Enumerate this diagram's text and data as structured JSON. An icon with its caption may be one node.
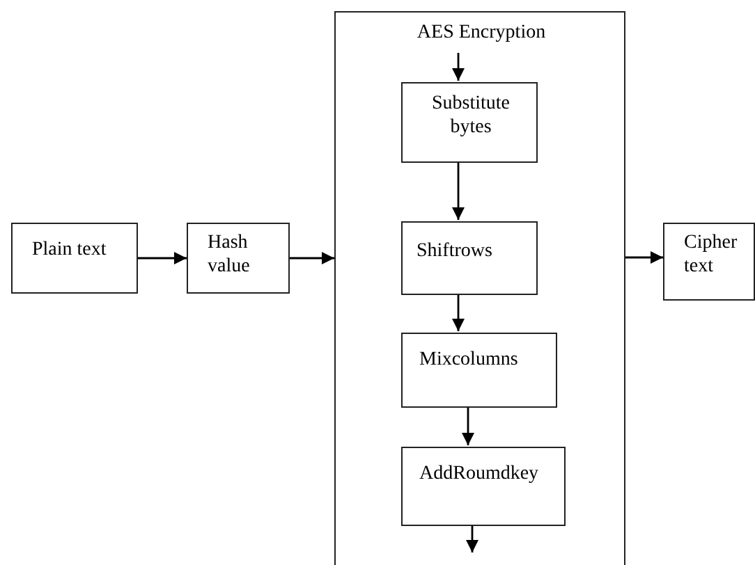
{
  "diagram": {
    "nodes": [
      {
        "text": [
          "Plain text"
        ]
      },
      {
        "text": [
          "Hash value"
        ]
      },
      {
        "text": [
          "AES Encryption"
        ]
      },
      {
        "text": [
          "Substitute bytes"
        ],
        "in": 2
      },
      {
        "text": [
          "Shiftrows"
        ],
        "in": 2
      },
      {
        "text": [
          "Mixcolumns"
        ],
        "in": 2
      },
      {
        "text": [
          "AddRoumdkey"
        ],
        "in": 2
      },
      {
        "text": [
          "Cipher text"
        ]
      }
    ],
    "edges": [
      {
        "from": 0,
        "to": 1,
        "arrow": "to"
      },
      {
        "from": 1,
        "to": 2,
        "arrow": "to"
      },
      {
        "from": null,
        "to": 3,
        "arrow": "to"
      },
      {
        "from": 3,
        "to": 4,
        "arrow": "to"
      },
      {
        "from": 4,
        "to": 5,
        "arrow": "to"
      },
      {
        "from": 5,
        "to": 6,
        "arrow": "to"
      },
      {
        "from": 6,
        "to": null,
        "arrow": "to"
      },
      {
        "from": 2,
        "to": 7,
        "arrow": "to"
      }
    ]
  }
}
